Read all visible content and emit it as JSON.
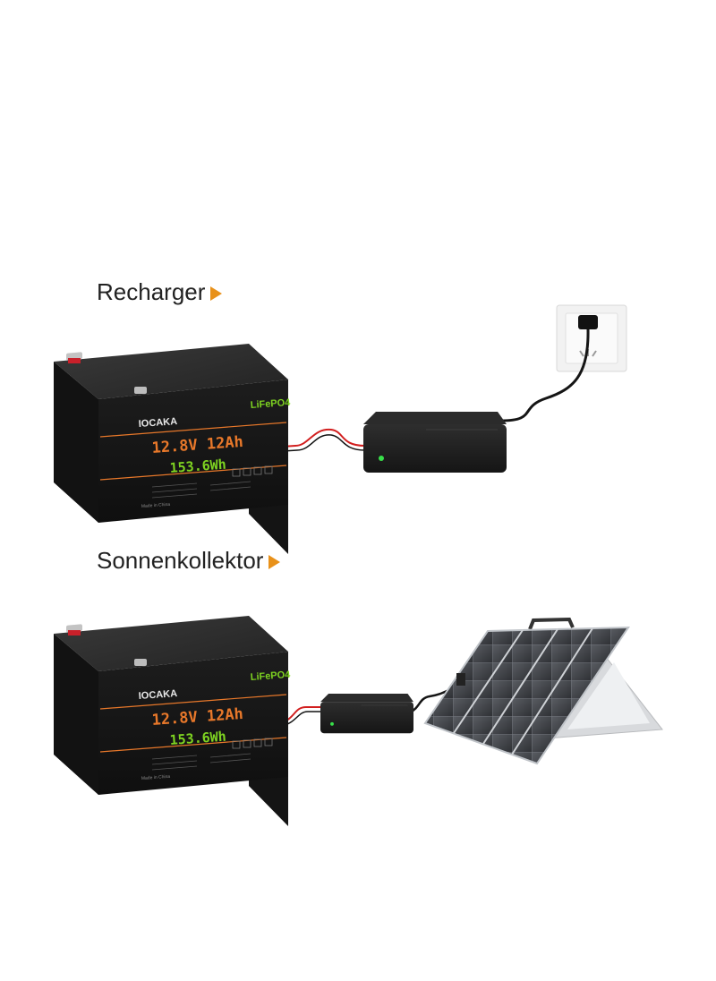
{
  "sections": [
    {
      "heading": "Recharger"
    },
    {
      "heading": "Sonnenkollektor"
    }
  ],
  "battery": {
    "brand": "IOCAKA",
    "chemistry": "LiFePO4",
    "rating": "12.8V 12Ah",
    "energy": "153.6Wh",
    "origin": "Made in China"
  },
  "colors": {
    "accent_arrow": "#e8911a",
    "battery_body": "#1c1c1c",
    "rating_text": "#e8782a",
    "energy_text": "#7ed321",
    "cable_red": "#d21f1f"
  }
}
